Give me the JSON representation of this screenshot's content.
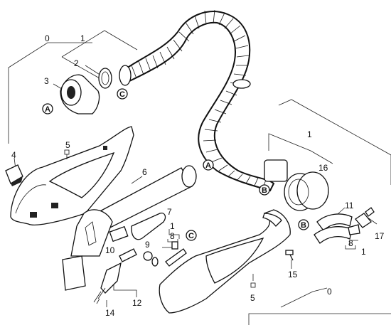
{
  "labels": {
    "n0_left": "0",
    "n1_top": "1",
    "n2": "2",
    "n3": "3",
    "n4": "4",
    "n5_left": "5",
    "n6": "6",
    "n7": "7",
    "n1_mid": "1",
    "n8_mid": "8",
    "n9": "9",
    "n10": "10",
    "n12": "12",
    "n14": "14",
    "n1_right": "1",
    "n16": "16",
    "n11": "11",
    "n17": "17",
    "n8_right": "8",
    "n1_lower": "1",
    "n15": "15",
    "n5_right": "5",
    "n0_right": "0"
  },
  "tags": {
    "a_left": "A",
    "a_right": "A",
    "b_hose": "B",
    "b_right": "B",
    "c_top": "C",
    "c_mid": "C"
  }
}
